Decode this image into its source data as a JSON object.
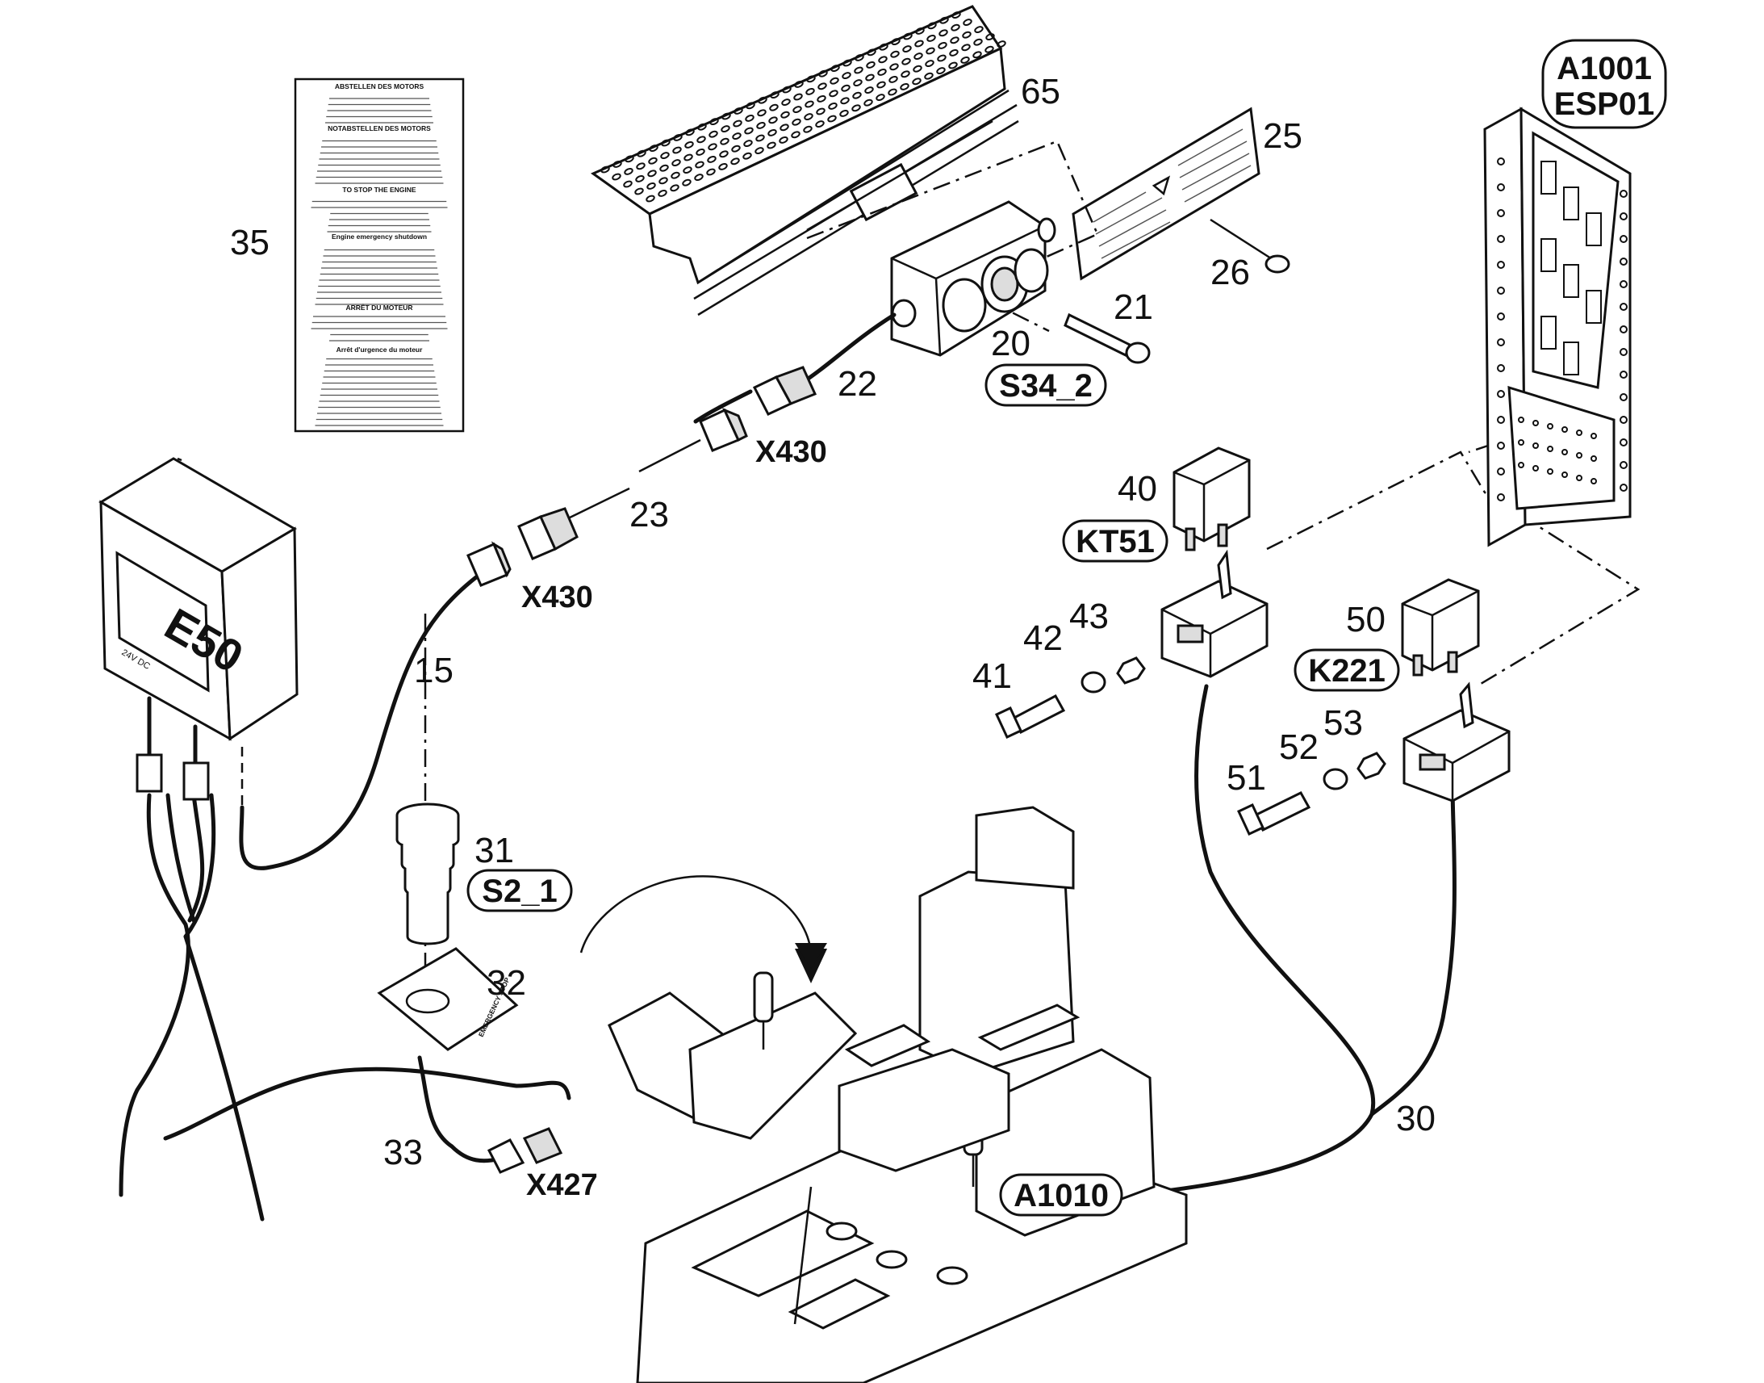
{
  "labels": {
    "n65": "65",
    "n25": "25",
    "n35": "35",
    "n26": "26",
    "n21": "21",
    "n20": "20",
    "n22": "22",
    "n23": "23",
    "n15": "15",
    "n40": "40",
    "n50": "50",
    "n43": "43",
    "n42": "42",
    "n41": "41",
    "n53": "53",
    "n52": "52",
    "n51": "51",
    "n31": "31",
    "n32": "32",
    "n33": "33",
    "n30": "30"
  },
  "tags": {
    "a1001": "A1001",
    "esp01": "ESP01",
    "s34_2": "S34_2",
    "kt51": "KT51",
    "k221": "K221",
    "s2_1": "S2_1",
    "a1010": "A1010"
  },
  "connectors": {
    "x430_top": "X430",
    "x430_mid": "X430",
    "x427": "X427"
  },
  "box_e50": {
    "name": "E50",
    "voltage": "24V DC"
  },
  "decal": {
    "sections": [
      {
        "title": "ABSTELLEN DES MOTORS"
      },
      {
        "title": "NOTABSTELLEN DES MOTORS"
      },
      {
        "title": "TO STOP THE ENGINE"
      },
      {
        "title": "Engine emergency shutdown"
      },
      {
        "title": "ARRÊT DU MOTEUR"
      },
      {
        "title": "Arrêt d'urgence du moteur"
      }
    ]
  },
  "emergency_label": "EMERGENCY STOP"
}
